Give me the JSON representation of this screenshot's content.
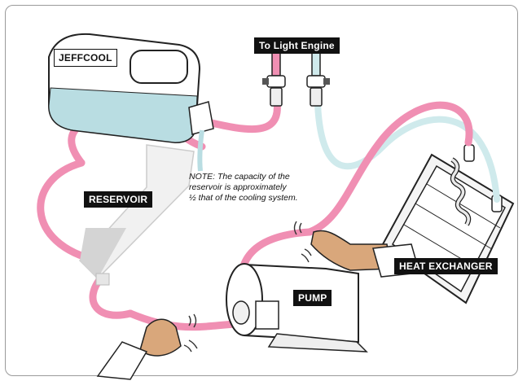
{
  "labels": {
    "jeffcool": "JEFFCOOL",
    "to_light_engine": "To Light Engine",
    "reservoir": "RESERVOIR",
    "pump": "PUMP",
    "heat_exchanger": "HEAT EXCHANGER"
  },
  "note": {
    "line1": "NOTE: The capacity of the",
    "line2": "reservoir is approximately",
    "line3": "½ that of the cooling system."
  },
  "colors": {
    "hot_tube": "#f08fb3",
    "cool_tube": "#cfeaec",
    "coolant": "#b9dde2",
    "skin": "#d9a77b",
    "outline": "#222222"
  }
}
